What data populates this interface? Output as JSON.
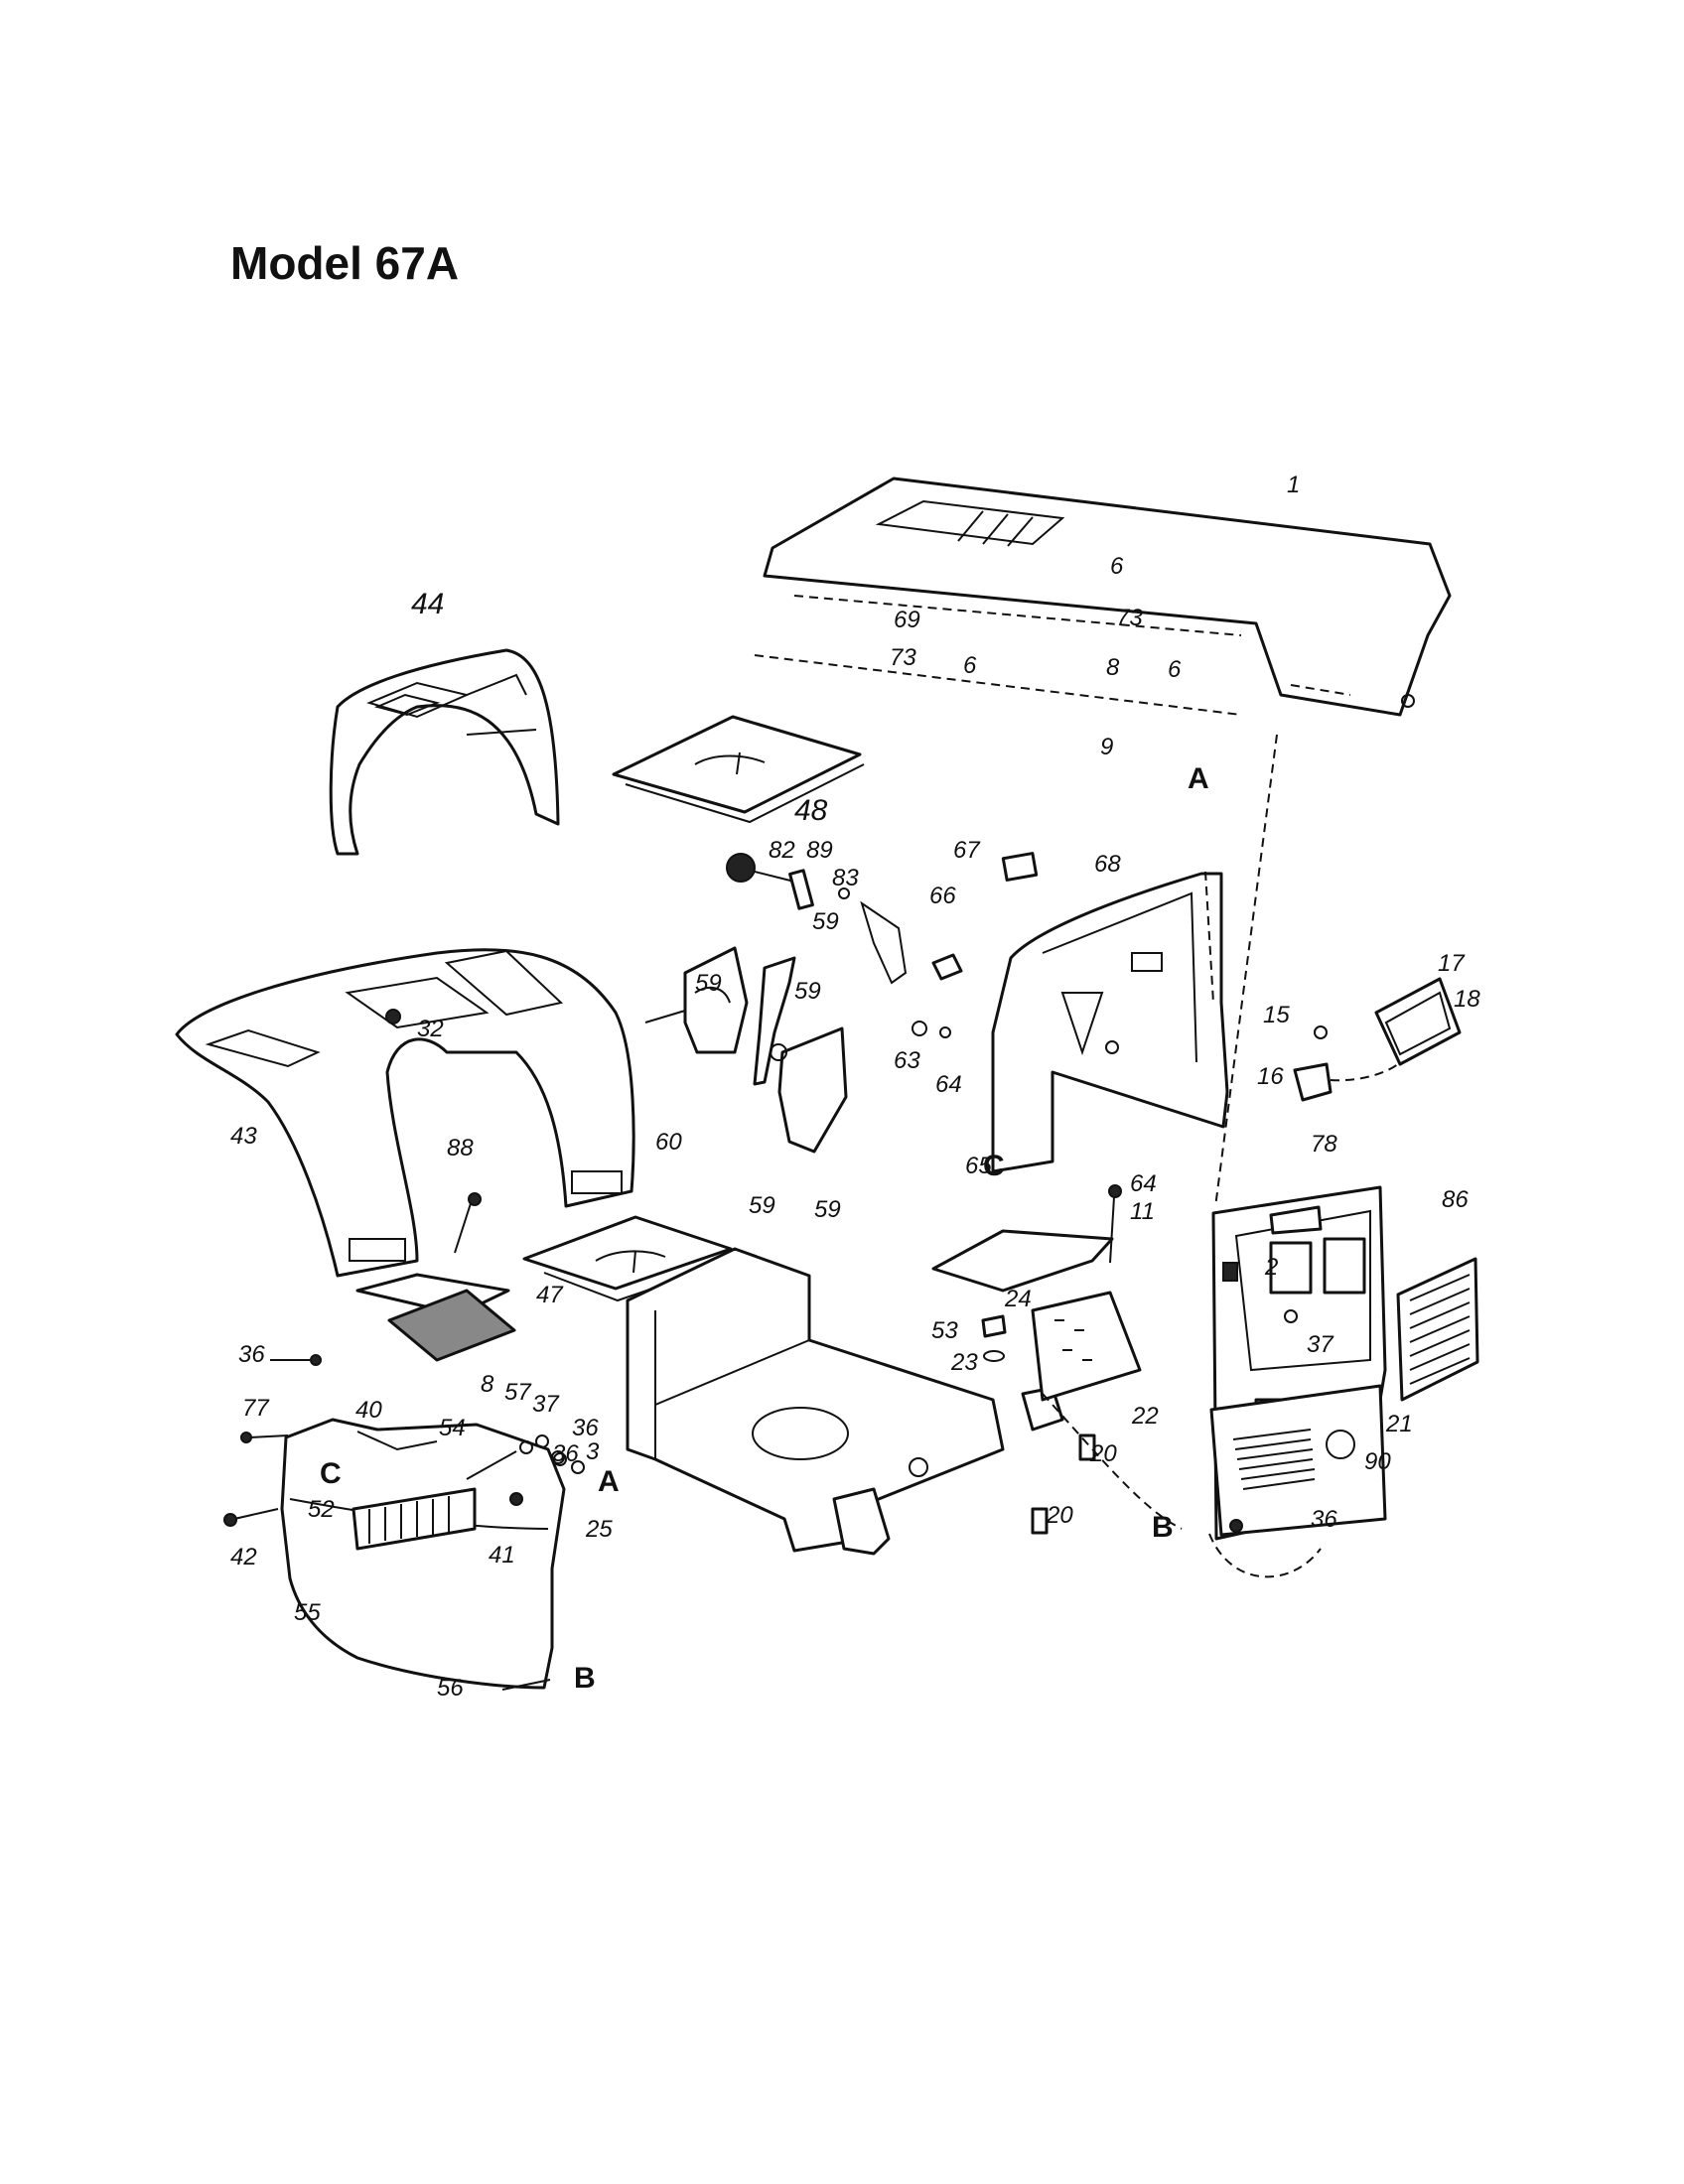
{
  "title": "Model 67A",
  "callouts": [
    {
      "id": "c1",
      "text": "1"
    },
    {
      "id": "c6a",
      "text": "6"
    },
    {
      "id": "c73a",
      "text": "73"
    },
    {
      "id": "c69",
      "text": "69"
    },
    {
      "id": "c73b",
      "text": "73"
    },
    {
      "id": "c6b",
      "text": "6"
    },
    {
      "id": "c8a",
      "text": "8"
    },
    {
      "id": "c6c",
      "text": "6"
    },
    {
      "id": "c9",
      "text": "9"
    },
    {
      "id": "c44",
      "text": "44"
    },
    {
      "id": "c48",
      "text": "48"
    },
    {
      "id": "c82",
      "text": "82"
    },
    {
      "id": "c89",
      "text": "89"
    },
    {
      "id": "c83",
      "text": "83"
    },
    {
      "id": "c68",
      "text": "68"
    },
    {
      "id": "c67",
      "text": "67"
    },
    {
      "id": "c59a",
      "text": "59"
    },
    {
      "id": "c66",
      "text": "66"
    },
    {
      "id": "c59b",
      "text": "59"
    },
    {
      "id": "c59c",
      "text": "59"
    },
    {
      "id": "c63",
      "text": "63"
    },
    {
      "id": "c64a",
      "text": "64"
    },
    {
      "id": "c65",
      "text": "65"
    },
    {
      "id": "c32",
      "text": "32"
    },
    {
      "id": "c43",
      "text": "43"
    },
    {
      "id": "c60",
      "text": "60"
    },
    {
      "id": "c59d",
      "text": "59"
    },
    {
      "id": "c59e",
      "text": "59"
    },
    {
      "id": "c64b",
      "text": "64"
    },
    {
      "id": "c15",
      "text": "15"
    },
    {
      "id": "c16",
      "text": "16"
    },
    {
      "id": "c17",
      "text": "17"
    },
    {
      "id": "c18",
      "text": "18"
    },
    {
      "id": "c88",
      "text": "88"
    },
    {
      "id": "c78",
      "text": "78"
    },
    {
      "id": "c86",
      "text": "86"
    },
    {
      "id": "c11",
      "text": "11"
    },
    {
      "id": "c47",
      "text": "47"
    },
    {
      "id": "c36a",
      "text": "36"
    },
    {
      "id": "c53",
      "text": "53"
    },
    {
      "id": "c24",
      "text": "24"
    },
    {
      "id": "c23",
      "text": "23"
    },
    {
      "id": "c2",
      "text": "2"
    },
    {
      "id": "c37a",
      "text": "37"
    },
    {
      "id": "c22",
      "text": "22"
    },
    {
      "id": "c77",
      "text": "77"
    },
    {
      "id": "c40",
      "text": "40"
    },
    {
      "id": "c8b",
      "text": "8"
    },
    {
      "id": "c57",
      "text": "57"
    },
    {
      "id": "c37b",
      "text": "37"
    },
    {
      "id": "c36b",
      "text": "36"
    },
    {
      "id": "c54",
      "text": "54"
    },
    {
      "id": "c36c",
      "text": "36"
    },
    {
      "id": "c3",
      "text": "3"
    },
    {
      "id": "c20a",
      "text": "20"
    },
    {
      "id": "c21",
      "text": "21"
    },
    {
      "id": "c90",
      "text": "90"
    },
    {
      "id": "c52",
      "text": "52"
    },
    {
      "id": "c25",
      "text": "25"
    },
    {
      "id": "c42",
      "text": "42"
    },
    {
      "id": "c41",
      "text": "41"
    },
    {
      "id": "c20b",
      "text": "20"
    },
    {
      "id": "c36d",
      "text": "36"
    },
    {
      "id": "c55",
      "text": "55"
    },
    {
      "id": "c56",
      "text": "56"
    }
  ],
  "refs": [
    {
      "id": "rA1",
      "text": "A"
    },
    {
      "id": "rC1",
      "text": "C"
    },
    {
      "id": "rC2",
      "text": "C"
    },
    {
      "id": "rA2",
      "text": "A"
    },
    {
      "id": "rB1",
      "text": "B"
    },
    {
      "id": "rB2",
      "text": "B"
    }
  ]
}
